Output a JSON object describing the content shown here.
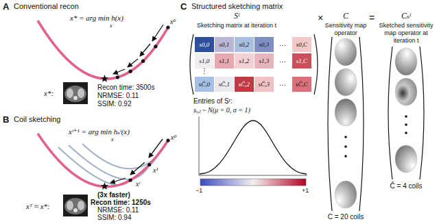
{
  "diagram": {
    "nodes": [
      {
        "text": [
          "s0,0"
        ]
      },
      {
        "text": [
          "s0,1"
        ]
      },
      {
        "text": [
          "s0,2"
        ]
      },
      {
        "text": [
          "s0,3"
        ]
      },
      {
        "text": [
          "s0,C"
        ]
      },
      {
        "text": [
          "s1,0"
        ]
      },
      {
        "text": [
          "s1,1"
        ]
      },
      {
        "text": [
          "s1,2"
        ]
      },
      {
        "text": [
          "s1,3"
        ]
      },
      {
        "text": [
          "s1,C"
        ]
      },
      {
        "text": [
          "sĈ,0"
        ]
      },
      {
        "text": [
          "sĈ,1"
        ]
      },
      {
        "text": [
          "sĈ,2"
        ]
      },
      {
        "text": [
          "sĈ,3"
        ]
      },
      {
        "text": [
          "sĈ,C"
        ]
      }
    ],
    "labels": [
      "A",
      "Conventional recon",
      "x* = arg min h(x)",
      "x",
      "x⁰",
      "x*:",
      "Recon time: 3500s",
      "NRMSE: 0.11",
      "SSIM: 0.92",
      "B",
      "Coil sketching",
      "xᵗ⁺¹ = arg min hₛᵗ(x)",
      "x",
      "x⁰",
      "x¹",
      "xᵗ",
      "xᵀ ≈ x*:",
      "(3x faster)",
      "Recon time: 1250s",
      "NRMSE: 0.11",
      "SSIM: 0.94",
      "C",
      "Structured sketching matrix",
      "Sᵗ",
      "Sketching matrix at iteration t",
      "×",
      "C",
      "Sensitivity map operator",
      "=",
      "Cₛᵗ",
      "Sketched sensitivity map operator at iteration t",
      "…",
      "…",
      "…",
      "⋮",
      "Entries of Sᵗ:",
      "sᵢ,ⱼ ~ N(μ = 0, σ = 1)",
      "−1",
      "+1",
      "C = 20 coils",
      "Ĉ = 4 coils"
    ]
  }
}
